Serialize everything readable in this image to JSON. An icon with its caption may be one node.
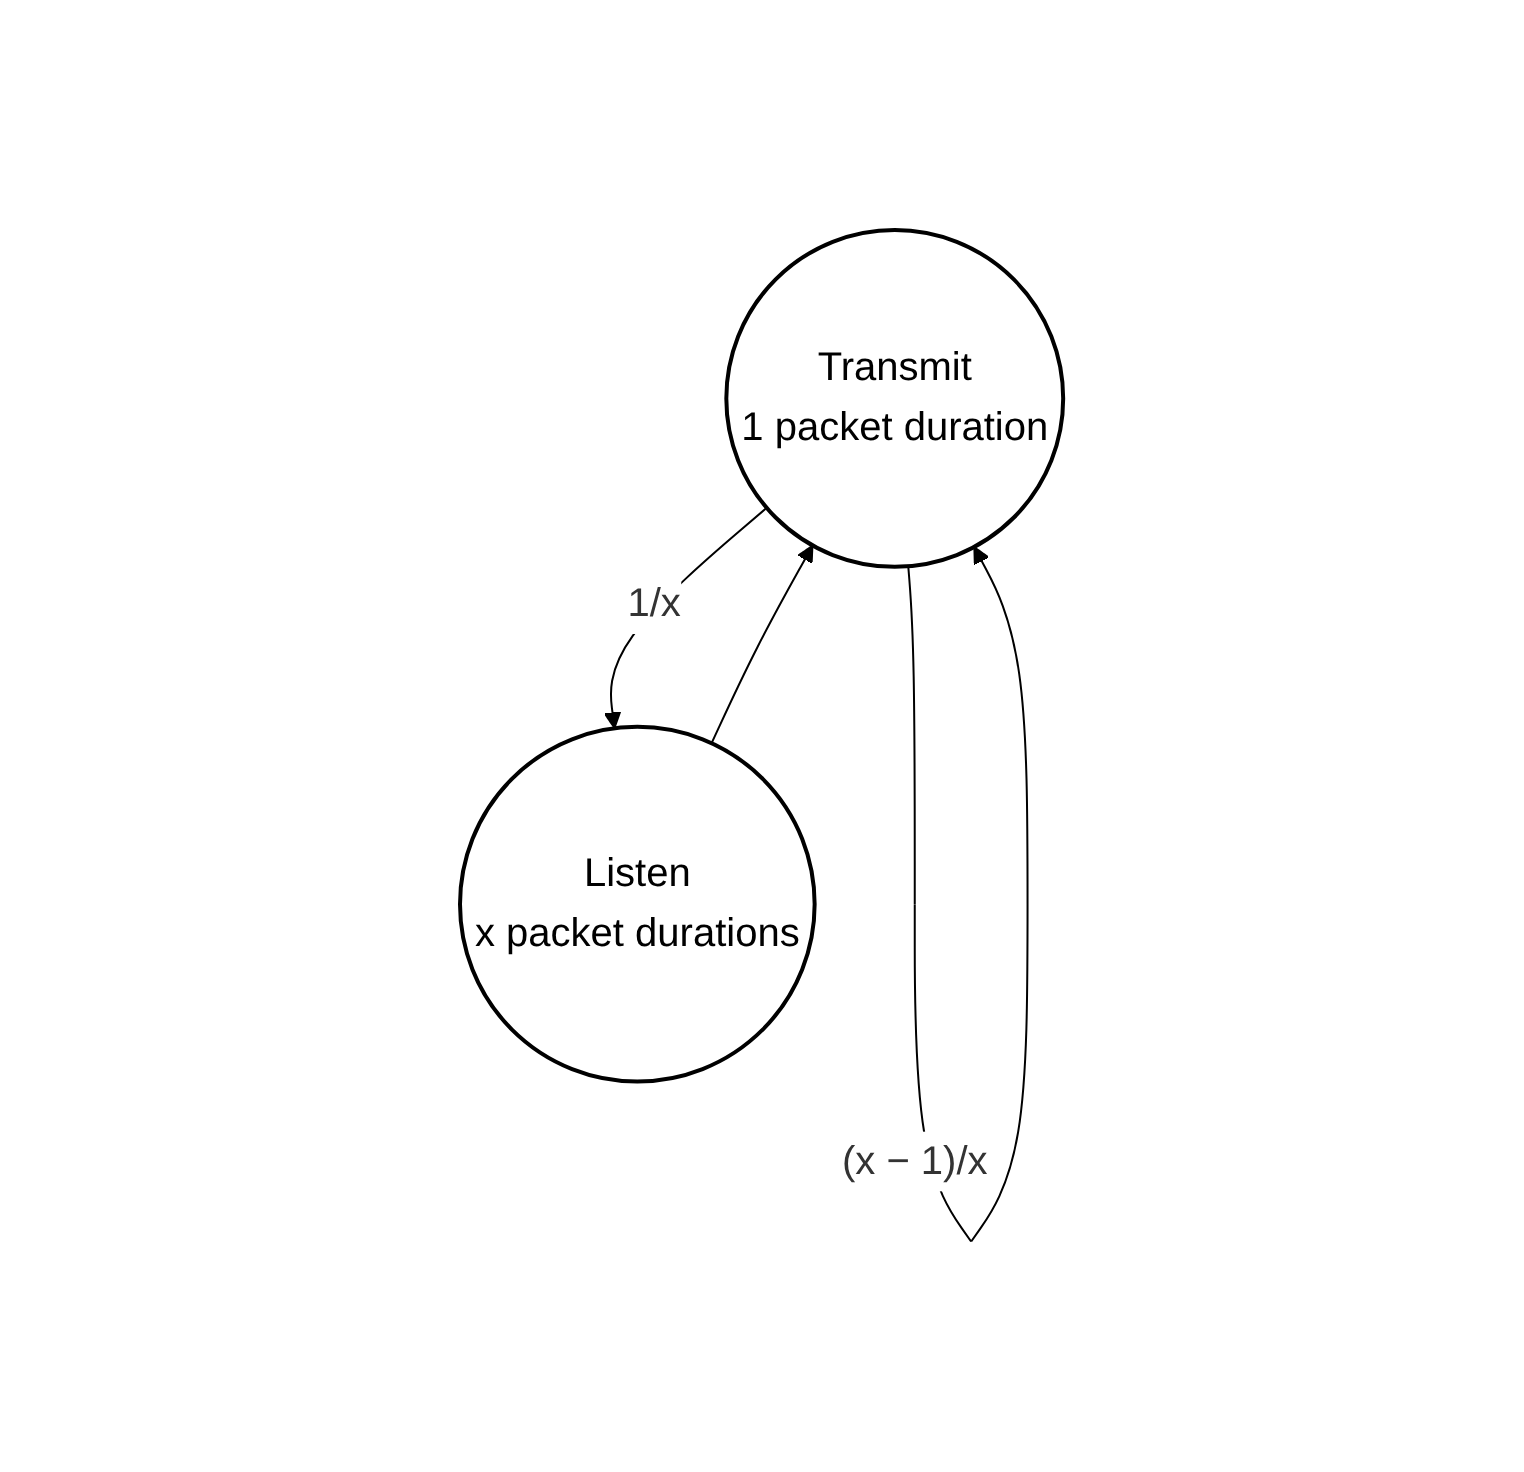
{
  "diagram": {
    "nodes": [
      {
        "text": [
          "Transmit",
          "1 packet duration"
        ]
      },
      {
        "text": [
          "Listen",
          "x packet durations"
        ]
      }
    ],
    "edges": [
      {
        "from": 0,
        "to": 0,
        "arrow": "to",
        "label": "(x − 1)/x"
      },
      {
        "from": 0,
        "to": 1,
        "arrow": "to",
        "label": "1/x"
      },
      {
        "from": 1,
        "to": 0,
        "arrow": "to"
      }
    ]
  }
}
